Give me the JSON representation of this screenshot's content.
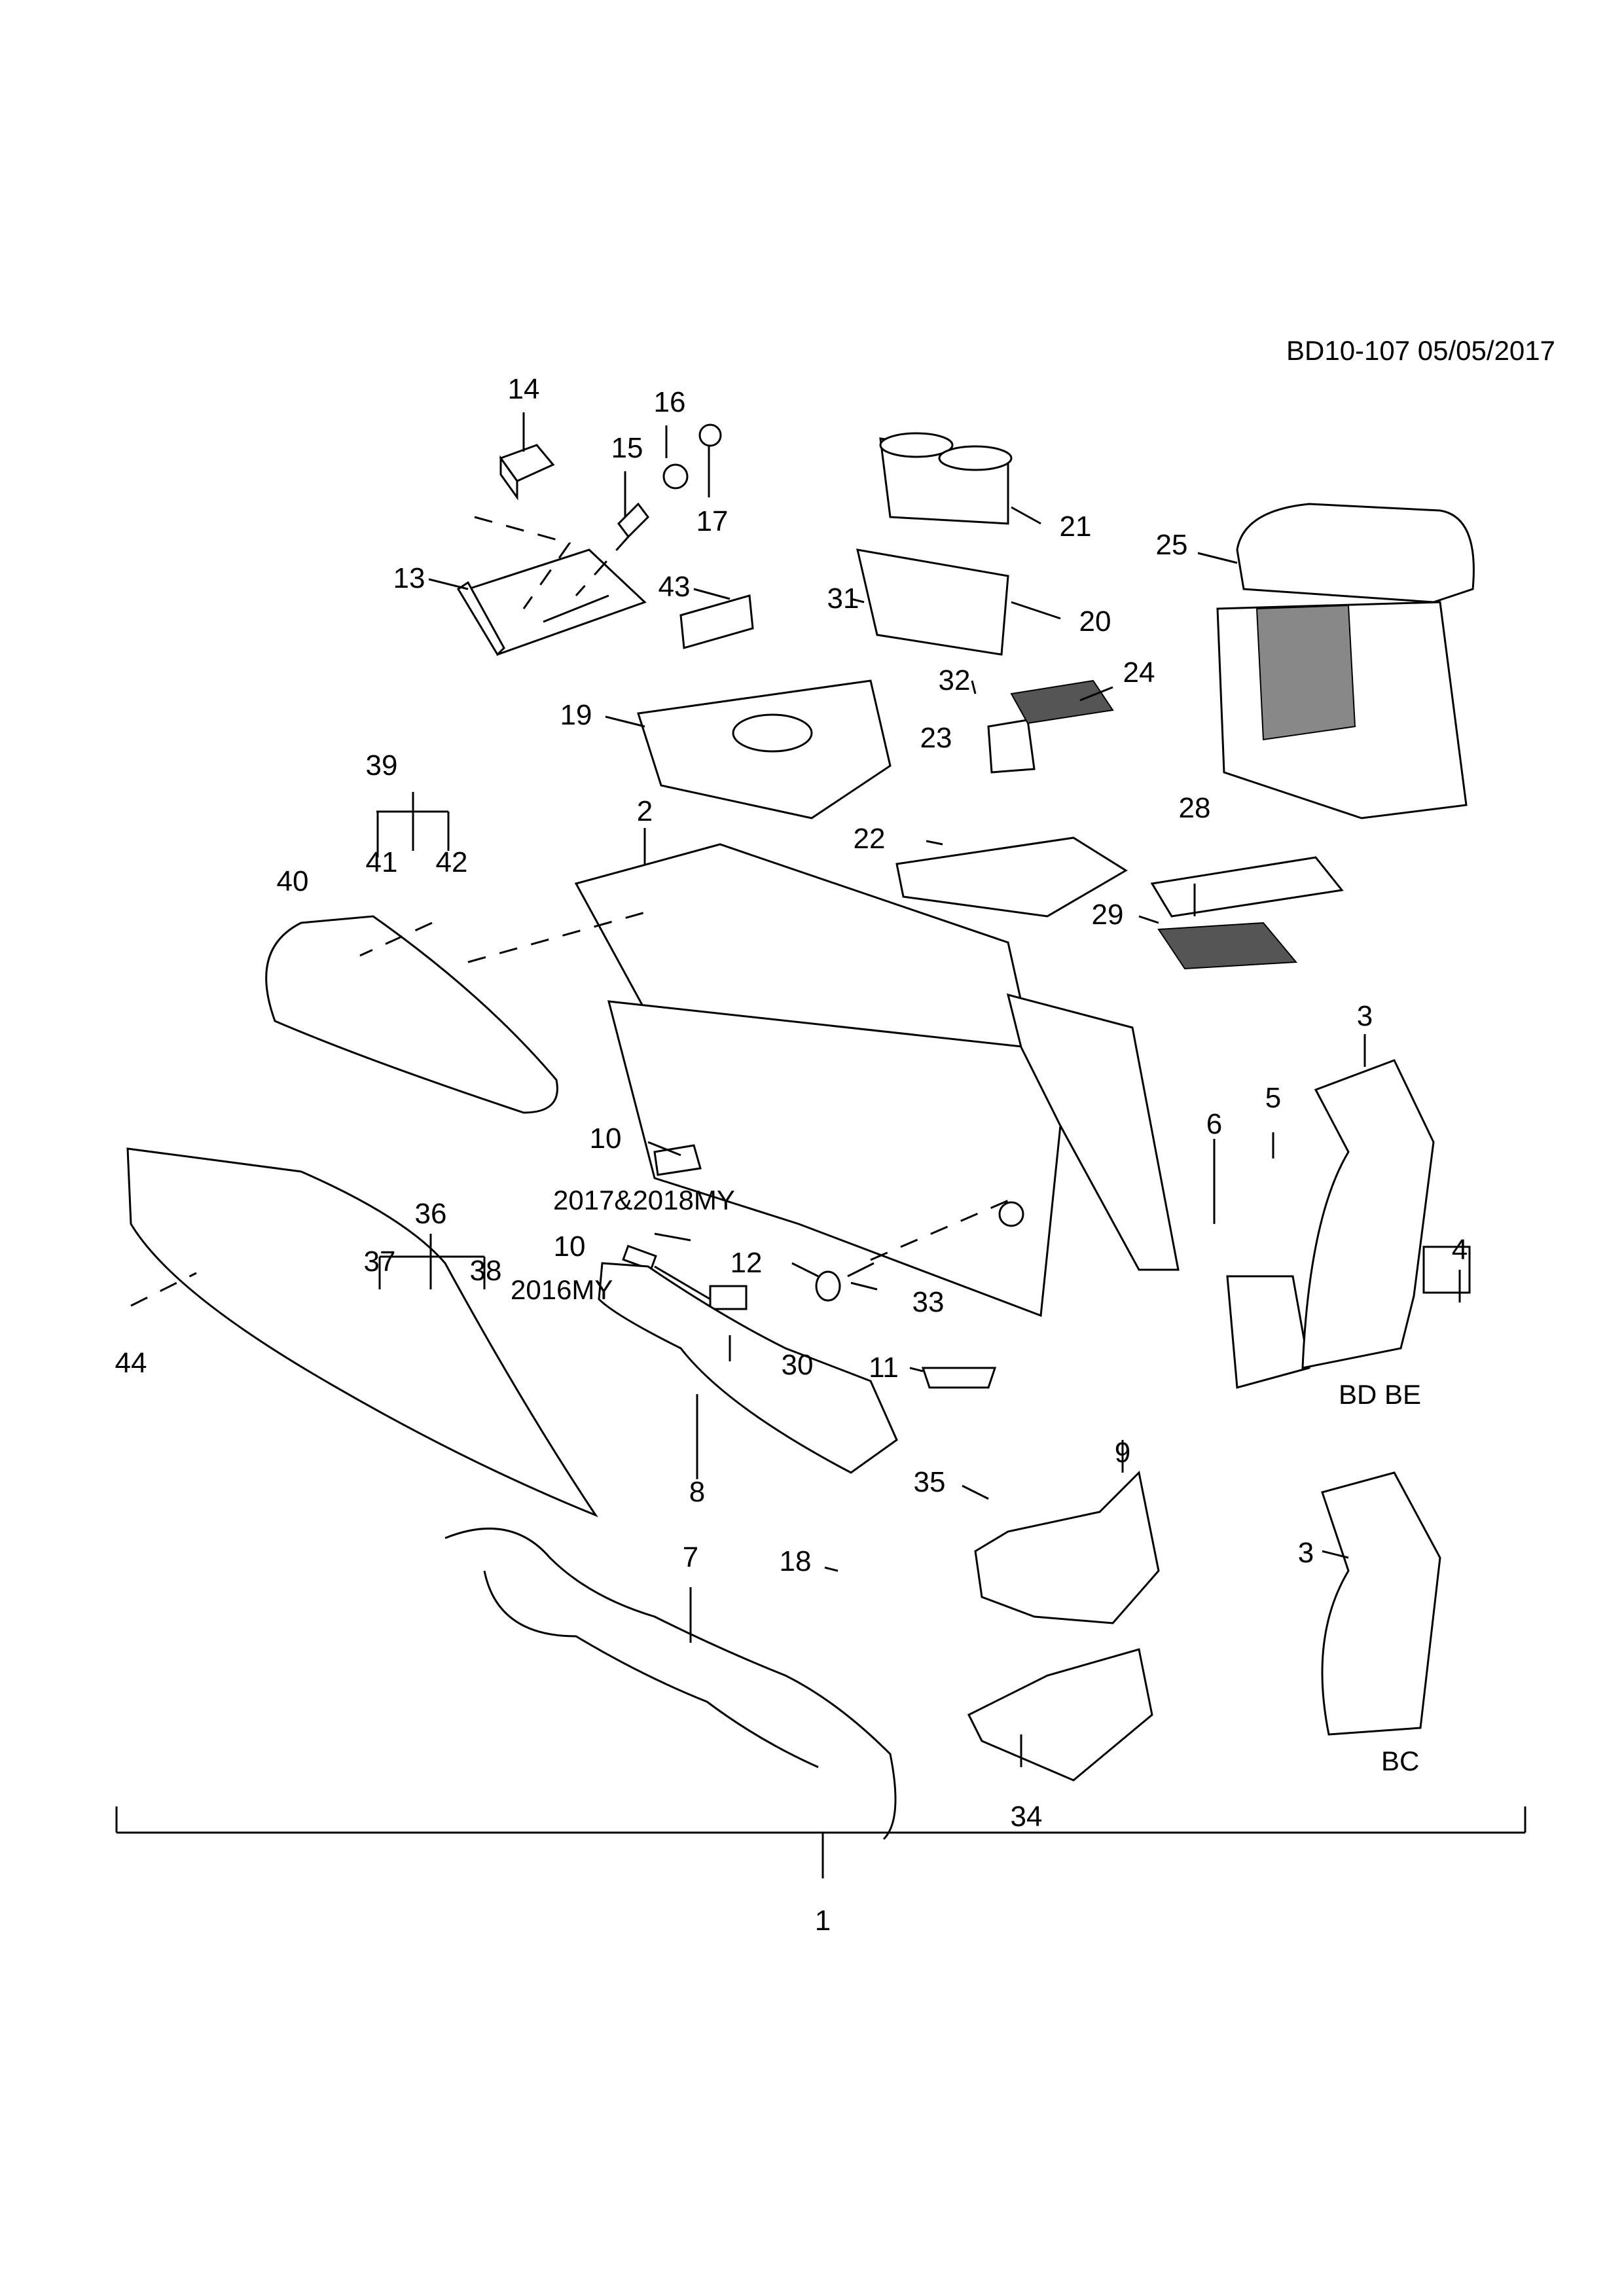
{
  "header": {
    "drawing_id": "BD10-107 05/05/2017"
  },
  "callouts": [
    {
      "id": "1",
      "text": "1"
    },
    {
      "id": "2",
      "text": "2"
    },
    {
      "id": "3a",
      "text": "3"
    },
    {
      "id": "3b",
      "text": "3"
    },
    {
      "id": "4",
      "text": "4"
    },
    {
      "id": "5",
      "text": "5"
    },
    {
      "id": "6",
      "text": "6"
    },
    {
      "id": "7",
      "text": "7"
    },
    {
      "id": "8",
      "text": "8"
    },
    {
      "id": "9",
      "text": "9"
    },
    {
      "id": "10a",
      "text": "10"
    },
    {
      "id": "10b",
      "text": "10"
    },
    {
      "id": "11",
      "text": "11"
    },
    {
      "id": "12",
      "text": "12"
    },
    {
      "id": "13",
      "text": "13"
    },
    {
      "id": "14",
      "text": "14"
    },
    {
      "id": "15",
      "text": "15"
    },
    {
      "id": "16",
      "text": "16"
    },
    {
      "id": "17",
      "text": "17"
    },
    {
      "id": "18",
      "text": "18"
    },
    {
      "id": "19",
      "text": "19"
    },
    {
      "id": "20",
      "text": "20"
    },
    {
      "id": "21",
      "text": "21"
    },
    {
      "id": "22",
      "text": "22"
    },
    {
      "id": "23",
      "text": "23"
    },
    {
      "id": "24",
      "text": "24"
    },
    {
      "id": "25",
      "text": "25"
    },
    {
      "id": "28",
      "text": "28"
    },
    {
      "id": "29",
      "text": "29"
    },
    {
      "id": "30",
      "text": "30"
    },
    {
      "id": "31",
      "text": "31"
    },
    {
      "id": "32",
      "text": "32"
    },
    {
      "id": "33",
      "text": "33"
    },
    {
      "id": "34",
      "text": "34"
    },
    {
      "id": "35",
      "text": "35"
    },
    {
      "id": "36",
      "text": "36"
    },
    {
      "id": "37",
      "text": "37"
    },
    {
      "id": "38",
      "text": "38"
    },
    {
      "id": "39",
      "text": "39"
    },
    {
      "id": "40",
      "text": "40"
    },
    {
      "id": "41",
      "text": "41"
    },
    {
      "id": "42",
      "text": "42"
    },
    {
      "id": "43",
      "text": "43"
    },
    {
      "id": "44",
      "text": "44"
    }
  ],
  "notes": {
    "my_2017_2018": "2017&2018MY",
    "my_2016": "2016MY",
    "variant_bd_be": "BD BE",
    "variant_bc": "BC"
  }
}
